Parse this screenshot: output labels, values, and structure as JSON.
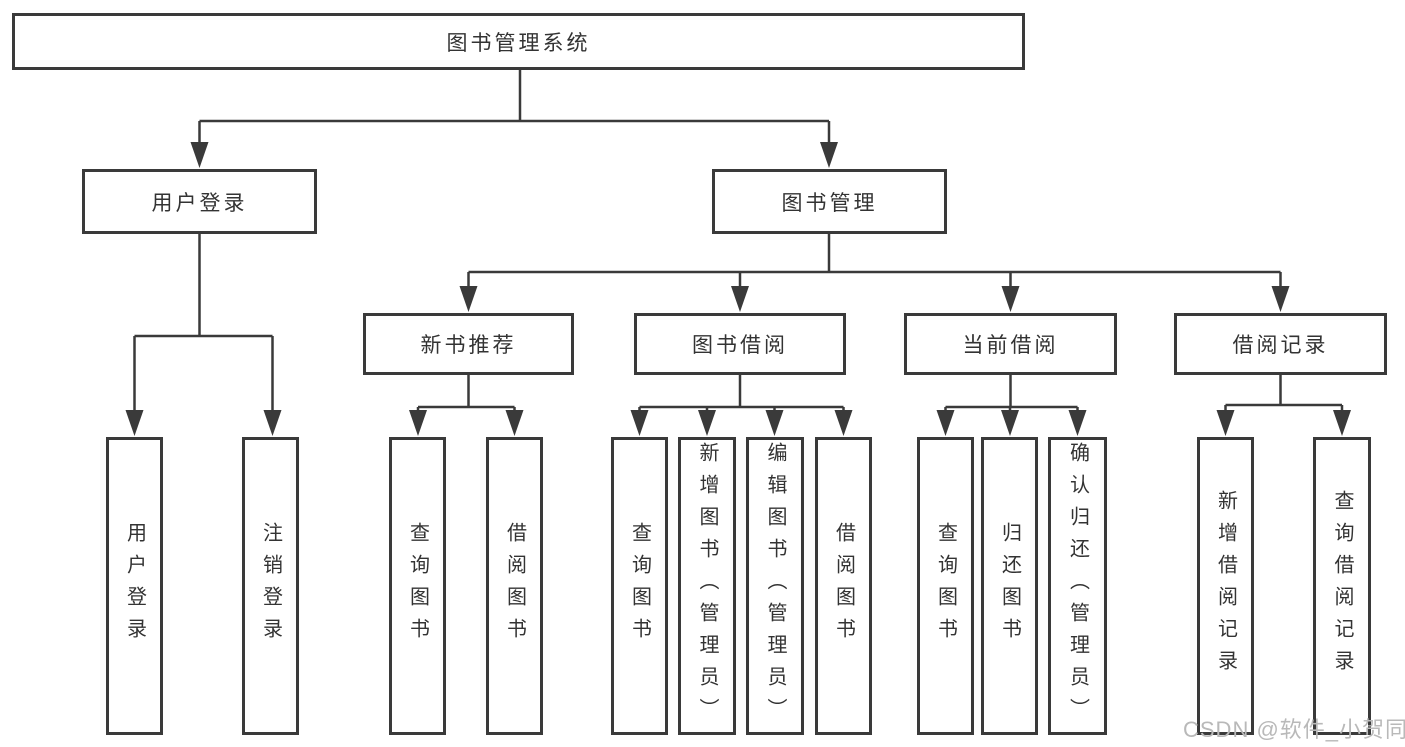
{
  "diagram_type": "hierarchy-tree",
  "nodes": {
    "root": "图书管理系统",
    "level2": [
      "用户登录",
      "图书管理"
    ],
    "level3": [
      "新书推荐",
      "图书借阅",
      "当前借阅",
      "借阅记录"
    ],
    "leaves": {
      "user": [
        "用户登录",
        "注销登录"
      ],
      "recommend": [
        "查询图书",
        "借阅图书"
      ],
      "borrow": [
        "查询图书",
        "新增图书（管理员）",
        "编辑图书（管理员）",
        "借阅图书"
      ],
      "current": [
        "查询图书",
        "归还图书",
        "确认归还（管理员）"
      ],
      "records": [
        "新增借阅记录",
        "查询借阅记录"
      ]
    }
  },
  "watermark": "CSDN @软件_小贺同学",
  "colors": {
    "line": "#3a3a3a",
    "box_border": "#3a3a3a",
    "text": "#333333",
    "watermark": "#b9b9b9",
    "background": "#ffffff"
  }
}
